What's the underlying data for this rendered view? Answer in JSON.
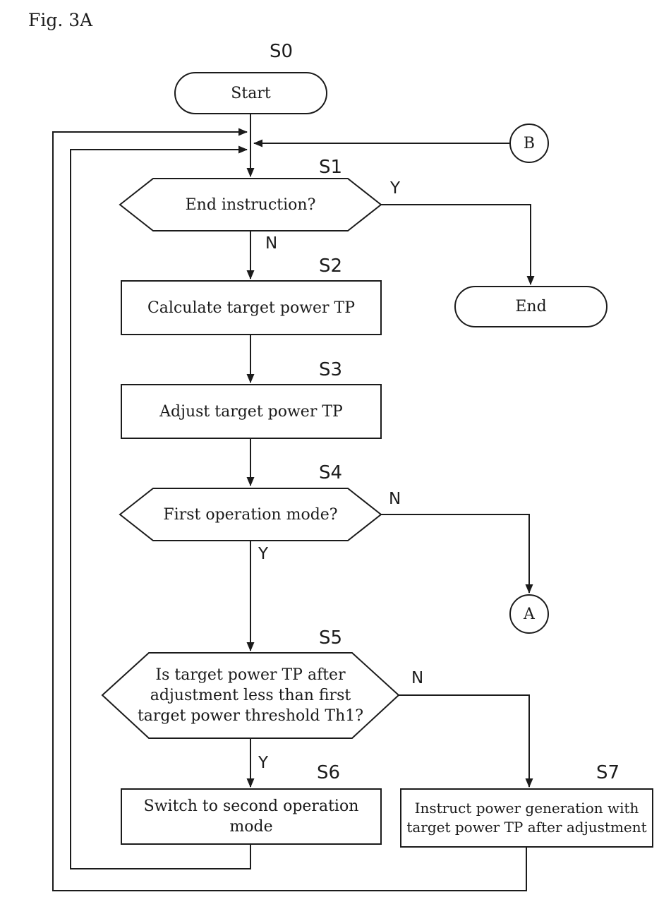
{
  "figure_label": "Fig. 3A",
  "nodes": {
    "start": {
      "step": "S0",
      "text": "Start"
    },
    "s1": {
      "step": "S1",
      "text": "End instruction?"
    },
    "s2": {
      "step": "S2",
      "text": "Calculate target power TP"
    },
    "s3": {
      "step": "S3",
      "text": "Adjust target power TP"
    },
    "s4": {
      "step": "S4",
      "text": "First operation mode?"
    },
    "s5": {
      "step": "S5",
      "line1": "Is target power TP after",
      "line2": "adjustment less than first",
      "line3": "target power threshold Th1?"
    },
    "s6": {
      "step": "S6",
      "line1": "Switch to second operation",
      "line2": "mode"
    },
    "s7": {
      "step": "S7",
      "line1": "Instruct power generation with",
      "line2": "target power TP after adjustment"
    },
    "end": {
      "text": "End"
    },
    "connector_a": {
      "text": "A"
    },
    "connector_b": {
      "text": "B"
    }
  },
  "branches": {
    "s1_yes": "Y",
    "s1_no": "N",
    "s4_no": "N",
    "s4_yes": "Y",
    "s5_no": "N",
    "s5_yes": "Y"
  },
  "colors": {
    "line": "#1b1b1b",
    "background": "#ffffff"
  }
}
